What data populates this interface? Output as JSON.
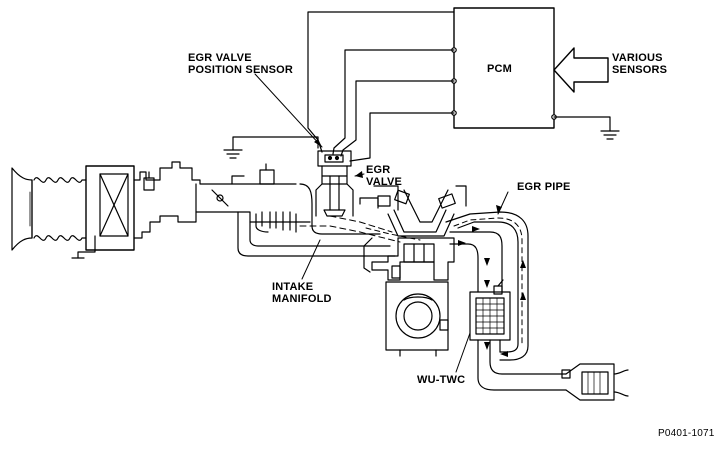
{
  "labels": {
    "egr_sensor_line1": "EGR VALVE",
    "egr_sensor_line2": "POSITION SENSOR",
    "egr_valve_line1": "EGR",
    "egr_valve_line2": "VALVE",
    "pcm": "PCM",
    "various_line1": "VARIOUS",
    "various_line2": "SENSORS",
    "egr_pipe": "EGR PIPE",
    "intake_line1": "INTAKE",
    "intake_line2": "MANIFOLD",
    "wu_twc": "WU-TWC",
    "figure_code": "P0401-1071"
  },
  "colors": {
    "line": "#000000",
    "background": "#ffffff",
    "flow_arrow": "#000000"
  }
}
